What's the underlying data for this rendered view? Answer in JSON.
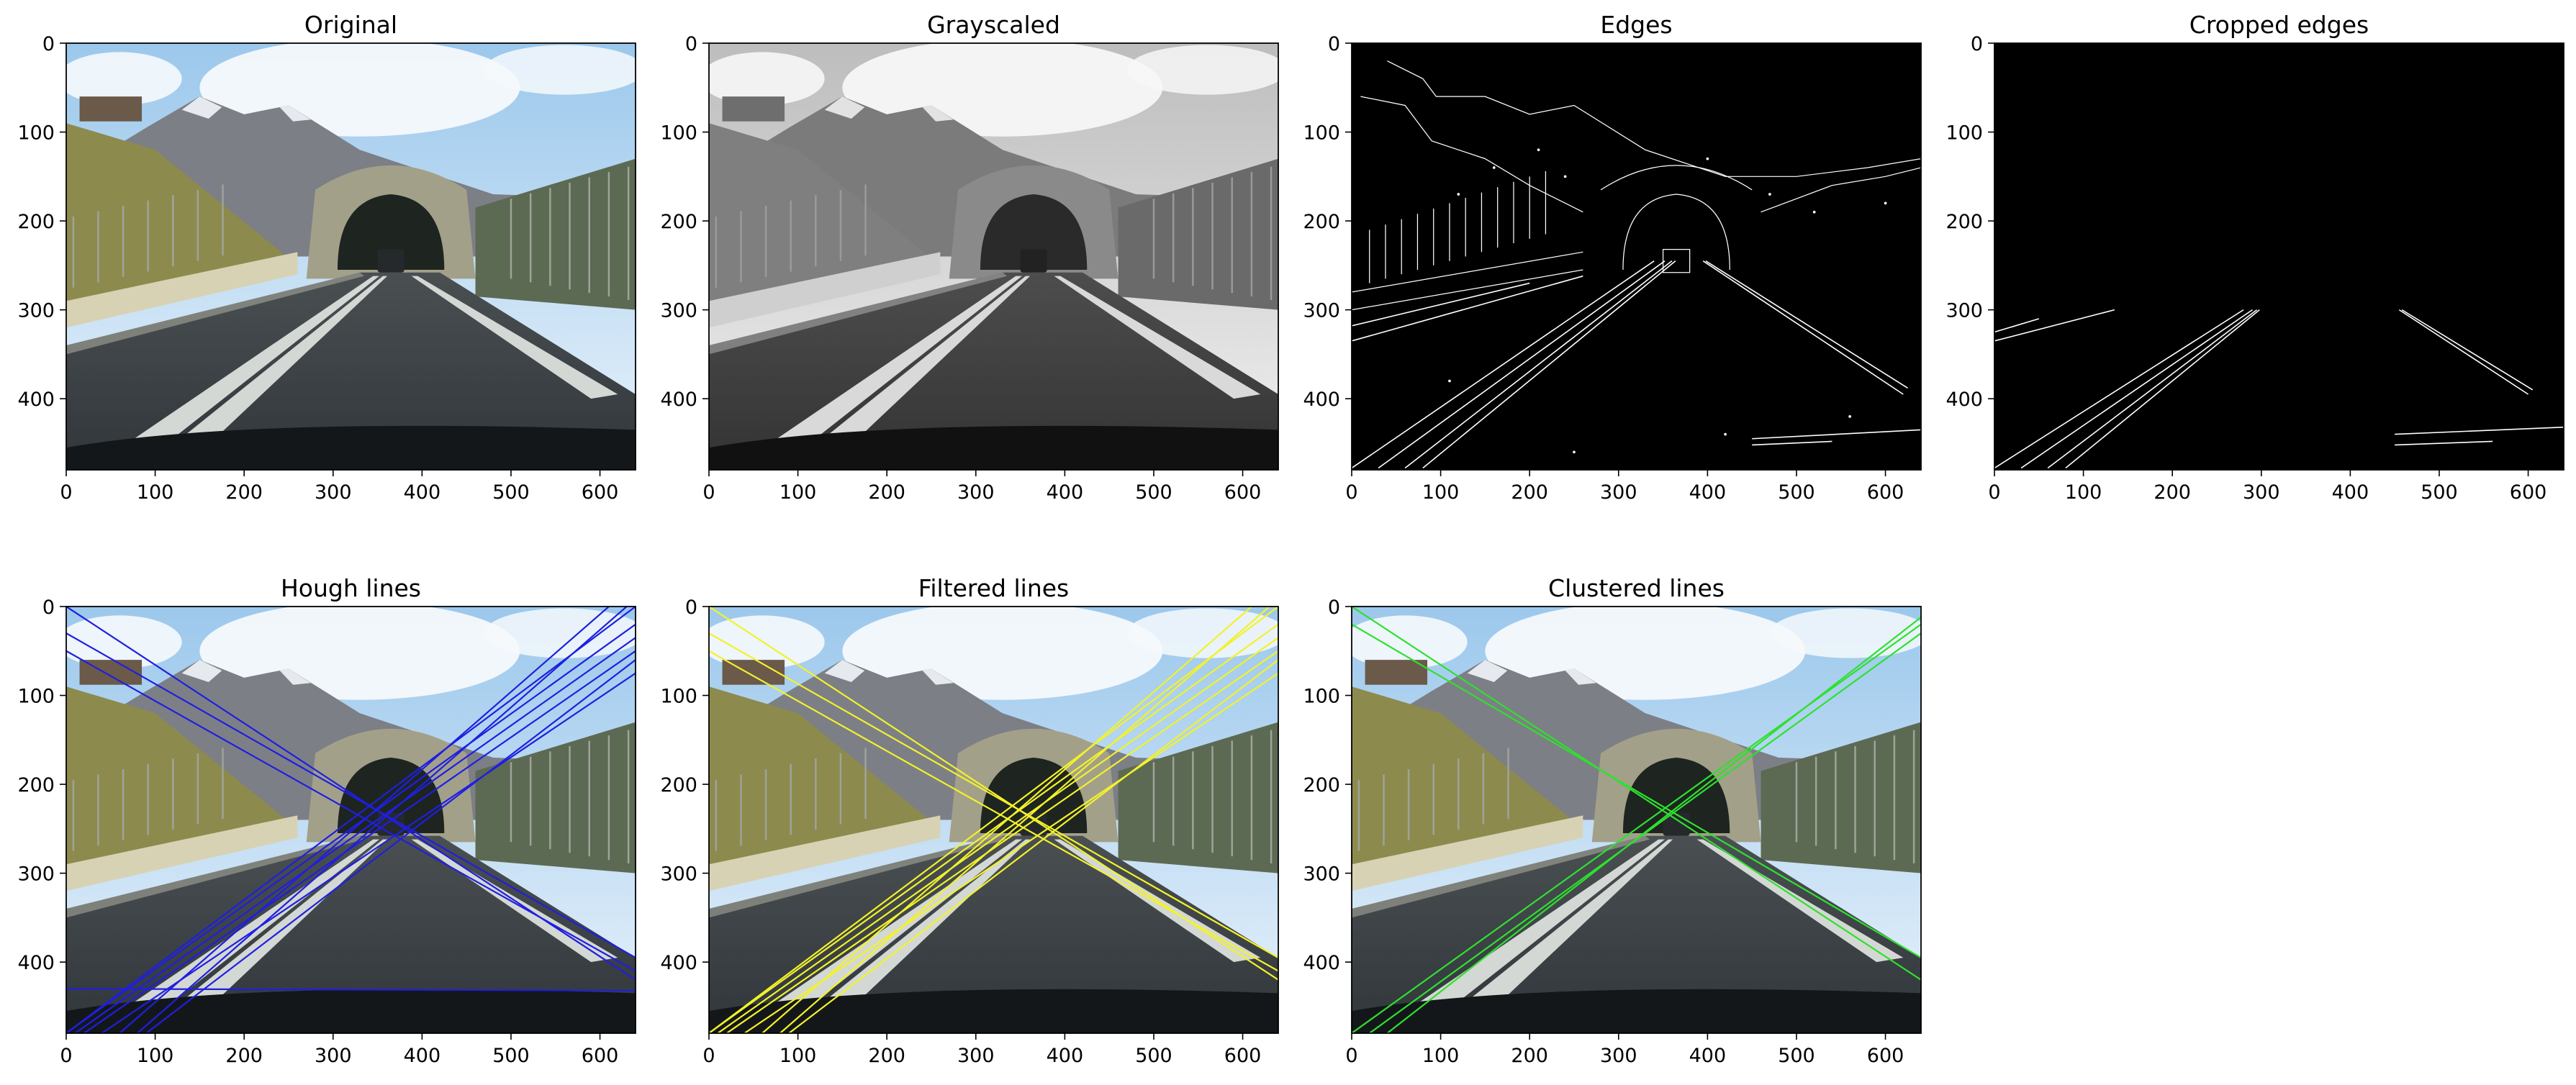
{
  "figure": {
    "background": "#ffffff",
    "axes_frame_color": "#000000",
    "tick_label_color": "#000000",
    "panels": [
      {
        "key": "original",
        "title": "Original",
        "style": "photo-color"
      },
      {
        "key": "grayscaled",
        "title": "Grayscaled",
        "style": "photo-gray"
      },
      {
        "key": "edges",
        "title": "Edges",
        "style": "edge-map"
      },
      {
        "key": "cropped_edges",
        "title": "Cropped edges",
        "style": "edge-map-cropped"
      },
      {
        "key": "hough_lines",
        "title": "Hough lines",
        "style": "photo-color-lines",
        "line_color": "#1f1fe0"
      },
      {
        "key": "filtered_lines",
        "title": "Filtered lines",
        "style": "photo-color-lines",
        "line_color": "#f2f22a"
      },
      {
        "key": "clustered_lines",
        "title": "Clustered lines",
        "style": "photo-color-lines",
        "line_color": "#2fe02f"
      }
    ]
  },
  "chart_data": [
    {
      "type": "image",
      "title": "Original",
      "x_ticks": [
        0,
        100,
        200,
        300,
        400,
        500,
        600
      ],
      "y_ticks": [
        0,
        100,
        200,
        300,
        400
      ],
      "xlim": [
        0,
        640
      ],
      "ylim": [
        480,
        0
      ],
      "grid": false,
      "lines": []
    },
    {
      "type": "image",
      "title": "Grayscaled",
      "x_ticks": [
        0,
        100,
        200,
        300,
        400,
        500,
        600
      ],
      "y_ticks": [
        0,
        100,
        200,
        300,
        400
      ],
      "xlim": [
        0,
        640
      ],
      "ylim": [
        480,
        0
      ],
      "grid": false,
      "lines": []
    },
    {
      "type": "image",
      "title": "Edges",
      "x_ticks": [
        0,
        100,
        200,
        300,
        400,
        500,
        600
      ],
      "y_ticks": [
        0,
        100,
        200,
        300,
        400
      ],
      "xlim": [
        0,
        640
      ],
      "ylim": [
        480,
        0
      ],
      "grid": false,
      "lines": [
        {
          "x1": 0,
          "y1": 478,
          "x2": 340,
          "y2": 245
        },
        {
          "x1": 30,
          "y1": 478,
          "x2": 352,
          "y2": 245
        },
        {
          "x1": 60,
          "y1": 478,
          "x2": 360,
          "y2": 245
        },
        {
          "x1": 80,
          "y1": 478,
          "x2": 364,
          "y2": 245
        },
        {
          "x1": 395,
          "y1": 245,
          "x2": 620,
          "y2": 395
        },
        {
          "x1": 398,
          "y1": 245,
          "x2": 625,
          "y2": 388
        },
        {
          "x1": 0,
          "y1": 335,
          "x2": 260,
          "y2": 262
        },
        {
          "x1": 0,
          "y1": 318,
          "x2": 200,
          "y2": 270
        },
        {
          "x1": 450,
          "y1": 445,
          "x2": 640,
          "y2": 435
        },
        {
          "x1": 450,
          "y1": 452,
          "x2": 540,
          "y2": 448
        }
      ]
    },
    {
      "type": "image",
      "title": "Cropped edges",
      "x_ticks": [
        0,
        100,
        200,
        300,
        400,
        500,
        600
      ],
      "y_ticks": [
        0,
        100,
        200,
        300,
        400
      ],
      "xlim": [
        0,
        640
      ],
      "ylim": [
        480,
        0
      ],
      "grid": false,
      "lines": [
        {
          "x1": 0,
          "y1": 478,
          "x2": 280,
          "y2": 300
        },
        {
          "x1": 30,
          "y1": 478,
          "x2": 290,
          "y2": 300
        },
        {
          "x1": 60,
          "y1": 478,
          "x2": 295,
          "y2": 300
        },
        {
          "x1": 80,
          "y1": 478,
          "x2": 298,
          "y2": 300
        },
        {
          "x1": 455,
          "y1": 300,
          "x2": 600,
          "y2": 395
        },
        {
          "x1": 458,
          "y1": 300,
          "x2": 605,
          "y2": 390
        },
        {
          "x1": 0,
          "y1": 335,
          "x2": 135,
          "y2": 300
        },
        {
          "x1": 0,
          "y1": 325,
          "x2": 50,
          "y2": 310
        },
        {
          "x1": 450,
          "y1": 440,
          "x2": 640,
          "y2": 432
        },
        {
          "x1": 450,
          "y1": 452,
          "x2": 560,
          "y2": 448
        }
      ]
    },
    {
      "type": "image",
      "title": "Hough lines",
      "x_ticks": [
        0,
        100,
        200,
        300,
        400,
        500,
        600
      ],
      "y_ticks": [
        0,
        100,
        200,
        300,
        400
      ],
      "xlim": [
        0,
        640
      ],
      "ylim": [
        480,
        0
      ],
      "grid": false,
      "lines": [
        {
          "x1": 0,
          "y1": 480,
          "x2": 640,
          "y2": 0
        },
        {
          "x1": 0,
          "y1": 480,
          "x2": 640,
          "y2": 20
        },
        {
          "x1": 20,
          "y1": 480,
          "x2": 640,
          "y2": 50
        },
        {
          "x1": 40,
          "y1": 480,
          "x2": 640,
          "y2": 75
        },
        {
          "x1": 60,
          "y1": 480,
          "x2": 610,
          "y2": 0
        },
        {
          "x1": 80,
          "y1": 480,
          "x2": 630,
          "y2": 0
        },
        {
          "x1": 10,
          "y1": 480,
          "x2": 640,
          "y2": 35
        },
        {
          "x1": 90,
          "y1": 480,
          "x2": 640,
          "y2": 60
        },
        {
          "x1": 0,
          "y1": 0,
          "x2": 640,
          "y2": 420
        },
        {
          "x1": 0,
          "y1": 30,
          "x2": 640,
          "y2": 395
        },
        {
          "x1": 0,
          "y1": 50,
          "x2": 640,
          "y2": 410
        },
        {
          "x1": 0,
          "y1": 430,
          "x2": 640,
          "y2": 432
        }
      ]
    },
    {
      "type": "image",
      "title": "Filtered lines",
      "x_ticks": [
        0,
        100,
        200,
        300,
        400,
        500,
        600
      ],
      "y_ticks": [
        0,
        100,
        200,
        300,
        400
      ],
      "xlim": [
        0,
        640
      ],
      "ylim": [
        480,
        0
      ],
      "grid": false,
      "lines": [
        {
          "x1": 0,
          "y1": 480,
          "x2": 640,
          "y2": 0
        },
        {
          "x1": 0,
          "y1": 480,
          "x2": 640,
          "y2": 20
        },
        {
          "x1": 20,
          "y1": 480,
          "x2": 640,
          "y2": 50
        },
        {
          "x1": 40,
          "y1": 480,
          "x2": 640,
          "y2": 75
        },
        {
          "x1": 60,
          "y1": 480,
          "x2": 610,
          "y2": 0
        },
        {
          "x1": 80,
          "y1": 480,
          "x2": 630,
          "y2": 0
        },
        {
          "x1": 10,
          "y1": 480,
          "x2": 640,
          "y2": 35
        },
        {
          "x1": 90,
          "y1": 480,
          "x2": 640,
          "y2": 60
        },
        {
          "x1": 0,
          "y1": 0,
          "x2": 640,
          "y2": 420
        },
        {
          "x1": 0,
          "y1": 30,
          "x2": 640,
          "y2": 395
        },
        {
          "x1": 0,
          "y1": 50,
          "x2": 640,
          "y2": 410
        }
      ]
    },
    {
      "type": "image",
      "title": "Clustered lines",
      "x_ticks": [
        0,
        100,
        200,
        300,
        400,
        500,
        600
      ],
      "y_ticks": [
        0,
        100,
        200,
        300,
        400
      ],
      "xlim": [
        0,
        640
      ],
      "ylim": [
        480,
        0
      ],
      "grid": false,
      "lines": [
        {
          "x1": 0,
          "y1": 480,
          "x2": 640,
          "y2": 20
        },
        {
          "x1": 20,
          "y1": 480,
          "x2": 640,
          "y2": 30
        },
        {
          "x1": 40,
          "y1": 480,
          "x2": 640,
          "y2": 12
        },
        {
          "x1": 0,
          "y1": 0,
          "x2": 640,
          "y2": 420
        },
        {
          "x1": 0,
          "y1": 20,
          "x2": 640,
          "y2": 395
        }
      ]
    }
  ]
}
